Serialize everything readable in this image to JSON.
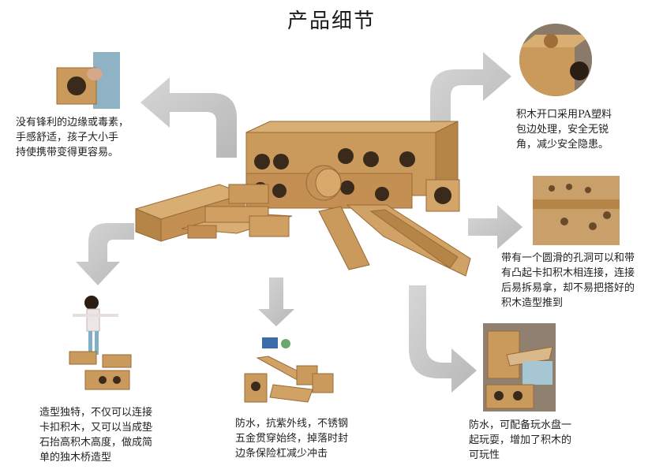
{
  "title": "产品细节",
  "captions": {
    "top_left": [
      "没有锋利的边缘或毒素，",
      "手感舒适，孩子大小手",
      "持使携带变得更容易。"
    ],
    "top_right": [
      "积木开口采用PA塑料",
      "包边处理，安全无锐",
      "角，减少安全隐患。"
    ],
    "mid_right": [
      "带有一个圆滑的孔洞可以和带",
      "有凸起卡扣积木相连接，连接",
      "后易拆易拿，却不易把搭好的",
      "积木造型推到"
    ],
    "bottom_left": [
      "造型独特，不仅可以连接",
      "卡扣积木，又可以当成垫",
      "石抬高积木高度，做成简",
      "单的独木桥造型"
    ],
    "bottom_center": [
      "防水，抗紫外线，不锈钢",
      "五金贯穿始终，掉落时封",
      "边条保险杠减少冲击"
    ],
    "bottom_right": [
      "防水，可配备玩水盘一",
      "起玩耍，增加了积木的",
      "可玩性"
    ]
  },
  "colors": {
    "arrow": "#c8c8c8",
    "wood": "#c99a5b",
    "wood_dark": "#9a6a36",
    "hole": "#3a2a1c"
  }
}
